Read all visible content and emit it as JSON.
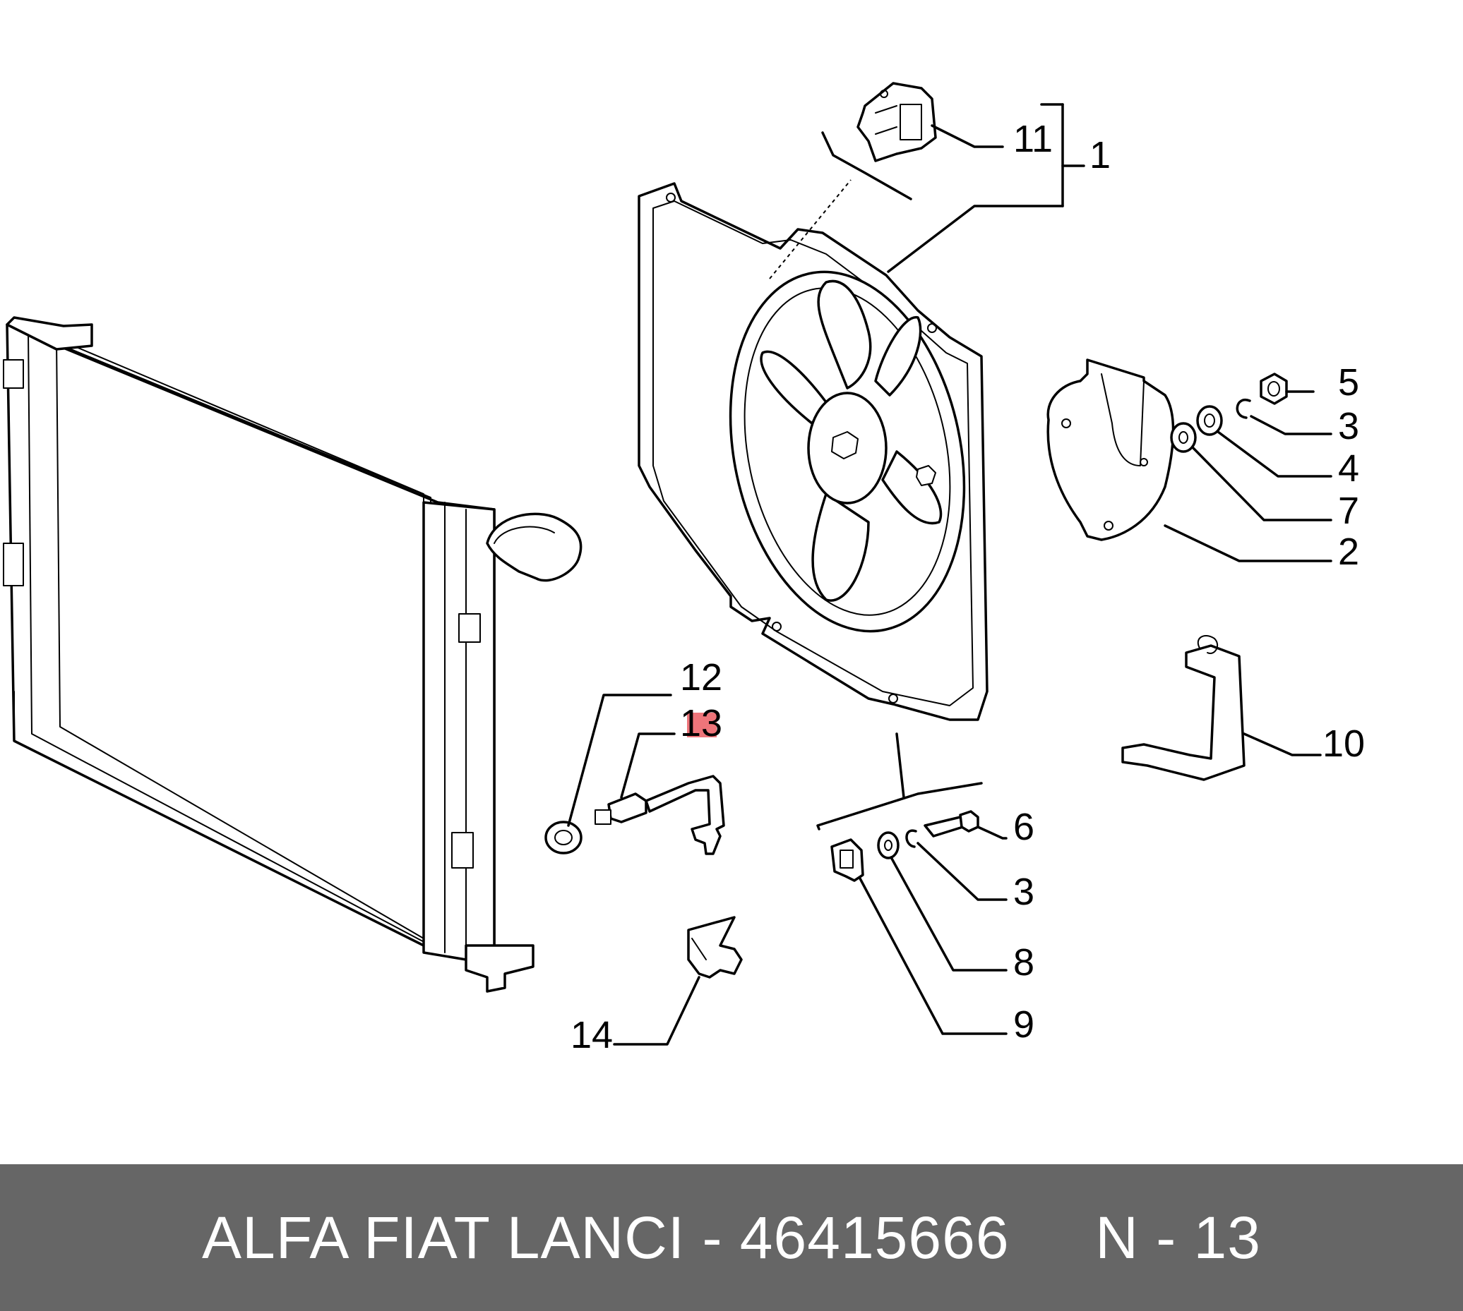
{
  "diagram": {
    "callouts": [
      "11",
      "1",
      "5",
      "3",
      "4",
      "7",
      "2",
      "10",
      "12",
      "13",
      "6",
      "3",
      "8",
      "9",
      "14"
    ],
    "highlight_color": "#e8474d",
    "ink_color": "#000000"
  },
  "footer": {
    "brand": "ALFA FIAT LANCI",
    "separator": " - ",
    "part_number": "46415666",
    "gap": "     ",
    "ref": "N - 13",
    "background": "#666666",
    "text_color": "#ffffff"
  }
}
